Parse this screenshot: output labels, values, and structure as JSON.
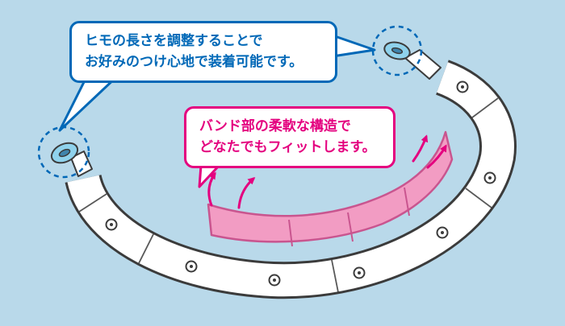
{
  "colors": {
    "bg": "#b9d9ea",
    "ink": "#3b3b3b",
    "blue": "#0068b7",
    "pink": "#e4007f",
    "band-pink": "#f29cc3",
    "band-pink-dark": "#c9558f",
    "tab-blue": "#8fd2ec",
    "tab-blue-dark": "#3f85ad"
  },
  "callouts": {
    "strap": {
      "line1": "ヒモの長さを調整することで",
      "line2": "お好みのつけ心地で装着可能です。"
    },
    "band": {
      "line1": "バンド部の柔軟な構造で",
      "line2": "どなたでもフィットします。"
    }
  }
}
